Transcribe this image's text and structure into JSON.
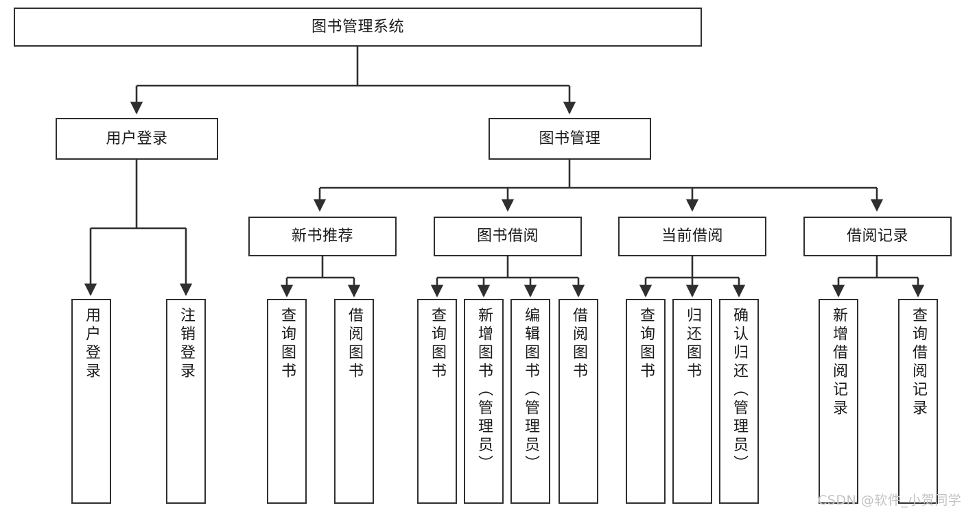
{
  "diagram": {
    "title": "图书管理系统",
    "type": "hierarchy-tree",
    "root": {
      "label": "图书管理系统"
    },
    "level2": [
      {
        "label": "用户登录"
      },
      {
        "label": "图书管理"
      }
    ],
    "level3": [
      {
        "label": "新书推荐"
      },
      {
        "label": "图书借阅"
      },
      {
        "label": "当前借阅"
      },
      {
        "label": "借阅记录"
      }
    ],
    "leaves": [
      {
        "label": "用户登录"
      },
      {
        "label": "注销登录"
      },
      {
        "label": "查询图书"
      },
      {
        "label": "借阅图书"
      },
      {
        "label": "查询图书"
      },
      {
        "label": "新增图书（管理员）"
      },
      {
        "label": "编辑图书（管理员）"
      },
      {
        "label": "借阅图书"
      },
      {
        "label": "查询图书"
      },
      {
        "label": "归还图书"
      },
      {
        "label": "确认归还（管理员）"
      },
      {
        "label": "新增借阅记录"
      },
      {
        "label": "查询借阅记录"
      }
    ]
  },
  "watermark": {
    "text": "CSDN @软件_小贺同学"
  },
  "colors": {
    "stroke": "#2f2f2f",
    "box_fill": "#ffffff",
    "text": "#1a1a1a",
    "watermark": "#c3c3c3",
    "background": "#ffffff"
  }
}
